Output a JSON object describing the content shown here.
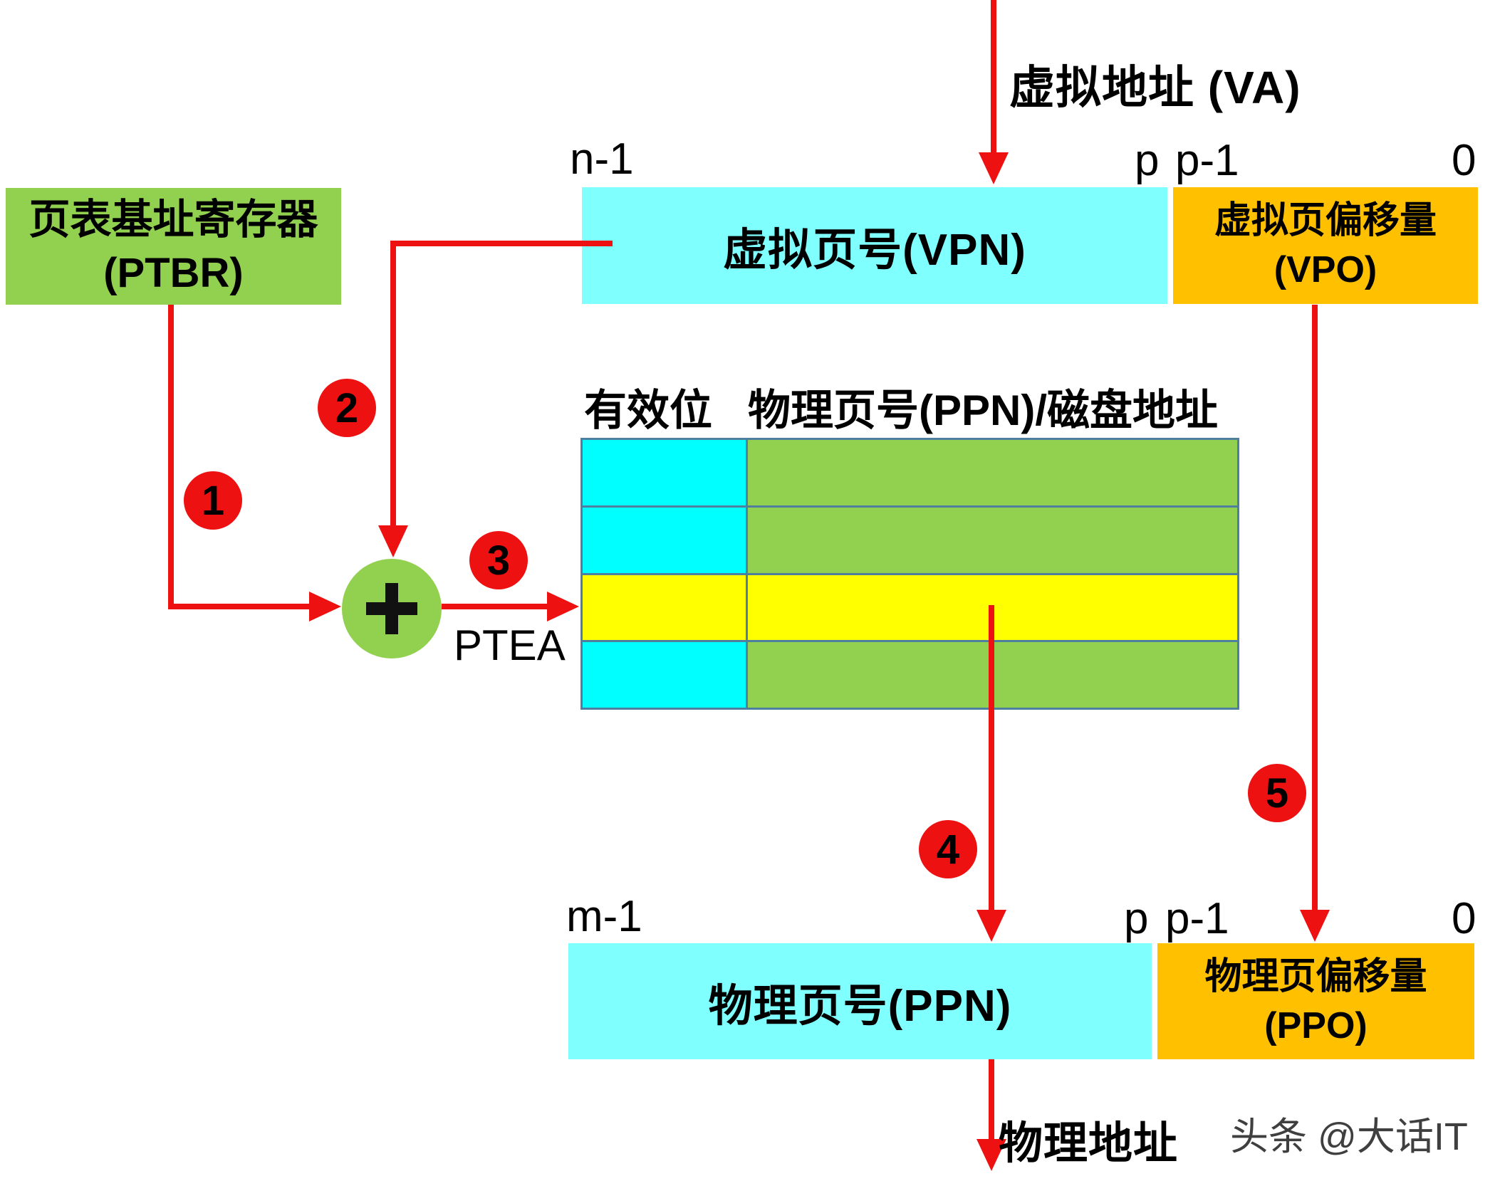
{
  "labels": {
    "va": "虚拟地址 (VA)",
    "pa": "物理地址",
    "ptea": "PTEA",
    "valid_bit_header": "有效位",
    "ppn_disk_header": "物理页号(PPN)/磁盘地址",
    "watermark": "头条 @大话IT"
  },
  "bits": {
    "va_high": "n-1",
    "va_p": "p",
    "va_p1": "p-1",
    "va_low": "0",
    "pa_high": "m-1",
    "pa_p": "p",
    "pa_p1": "p-1",
    "pa_low": "0"
  },
  "boxes": {
    "ptbr": {
      "line1": "页表基址寄存器",
      "line2": "(PTBR)"
    },
    "vpn": {
      "label": "虚拟页号(VPN)"
    },
    "vpo": {
      "line1": "虚拟页偏移量",
      "line2": "(VPO)"
    },
    "ppn": {
      "label": "物理页号(PPN)"
    },
    "ppo": {
      "line1": "物理页偏移量",
      "line2": "(PPO)"
    }
  },
  "steps": [
    "1",
    "2",
    "3",
    "4",
    "5"
  ],
  "page_table": {
    "rows": [
      {
        "valid_color": "cyan_cell",
        "value_color": "green"
      },
      {
        "valid_color": "cyan_cell",
        "value_color": "green"
      },
      {
        "valid_color": "yellow",
        "value_color": "yellow"
      },
      {
        "valid_color": "cyan_cell",
        "value_color": "green"
      }
    ]
  },
  "colors": {
    "cyan_field": "#80ffff",
    "cyan_cell": "#00ffff",
    "green": "#92d050",
    "orange": "#ffc000",
    "yellow": "#ffff00",
    "red": "#ee1111",
    "table_border": "#4e7f9e",
    "watermark_gray": "#3f3f3f"
  }
}
